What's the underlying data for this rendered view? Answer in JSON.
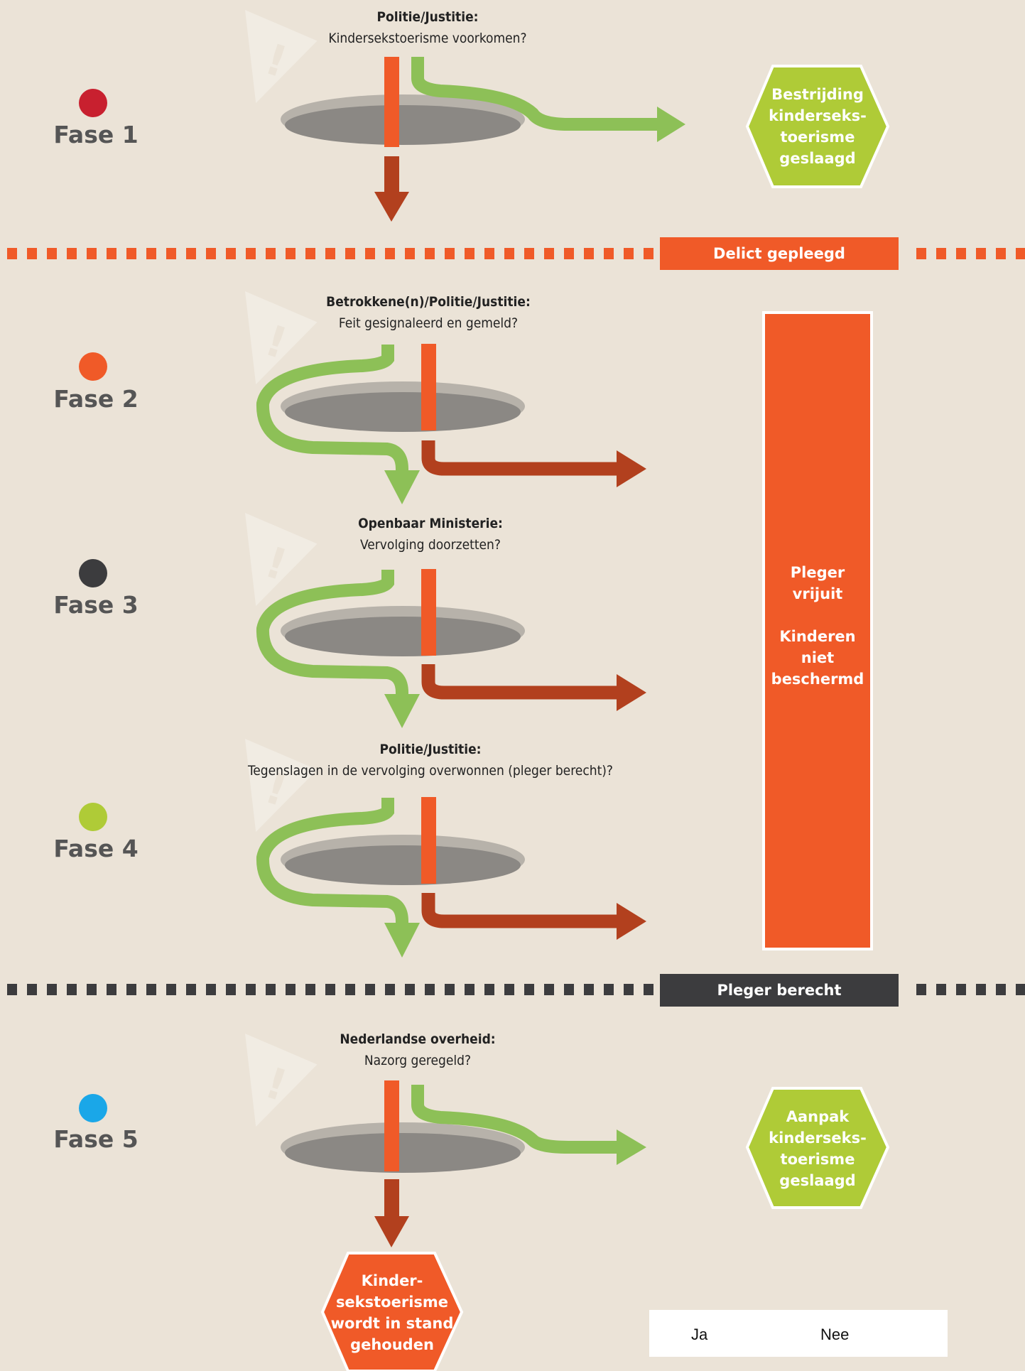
{
  "phases": [
    {
      "label": "Fase 1",
      "dot_color": "#c8202f"
    },
    {
      "label": "Fase 2",
      "dot_color": "#f05a28"
    },
    {
      "label": "Fase 3",
      "dot_color": "#3c3c3e"
    },
    {
      "label": "Fase 4",
      "dot_color": "#afcb37"
    },
    {
      "label": "Fase 5",
      "dot_color": "#1aa7e8"
    }
  ],
  "questions": [
    {
      "who": "Politie/Justitie:",
      "q": "Kindersekstoerisme voorkomen?"
    },
    {
      "who": "Betrokkene(n)/Politie/Justitie:",
      "q": "Feit gesignaleerd en gemeld?"
    },
    {
      "who": "Openbaar Ministerie:",
      "q": "Vervolging doorzetten?"
    },
    {
      "who": "Politie/Justitie:",
      "q": "Tegenslagen in de vervolging overwonnen (pleger berecht)?"
    },
    {
      "who": "Nederlandse overheid:",
      "q": "Nazorg geregeld?"
    }
  ],
  "banners": {
    "delict": "Delict gepleegd",
    "berecht": "Pleger berecht"
  },
  "outcomes": {
    "success1": [
      "Bestrijding",
      "kinderseks-",
      "toerisme",
      "geslaagd"
    ],
    "success5": [
      "Aanpak",
      "kinderseks-",
      "toerisme",
      "geslaagd"
    ],
    "failure_bar": [
      "Pleger",
      "vrijuit",
      "",
      "Kinderen",
      "niet",
      "beschermd"
    ],
    "failure_end": [
      "Kinder-",
      "sekstoerisme",
      "wordt in stand",
      "gehouden"
    ]
  },
  "legend": {
    "yes": "Ja",
    "no": "Nee"
  },
  "colors": {
    "background": "#ebe3d7",
    "green": "#8dc057",
    "orange": "#f05a28",
    "dark_red": "#b2401e",
    "lime": "#afcb37",
    "dark": "#3c3c3e",
    "hole": "#8b8884",
    "hole_rim": "#b7b2aa"
  }
}
